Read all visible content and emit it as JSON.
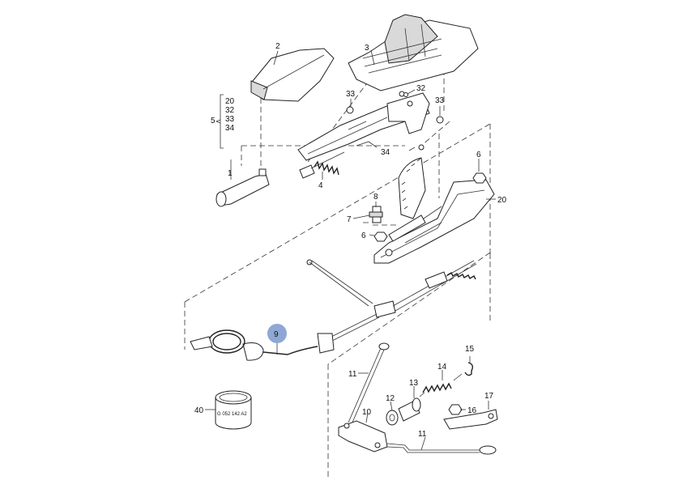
{
  "highlight_color": "#8fa7d4",
  "labels": {
    "p1": "1",
    "p2": "2",
    "p3": "3",
    "p4": "4",
    "p5": "5",
    "p6a": "6",
    "p6b": "6",
    "p7": "7",
    "p8": "8",
    "p9": "9",
    "p10": "10",
    "p11a": "11",
    "p11b": "11",
    "p12": "12",
    "p13": "13",
    "p14": "14",
    "p15": "15",
    "p16": "16",
    "p17": "17",
    "p20": "20",
    "p32": "32",
    "p33a": "33",
    "p33b": "33",
    "p34": "34",
    "p40": "40",
    "group5": [
      "20",
      "32",
      "33",
      "34"
    ],
    "sleeve_text": "G 052 142 A2"
  }
}
